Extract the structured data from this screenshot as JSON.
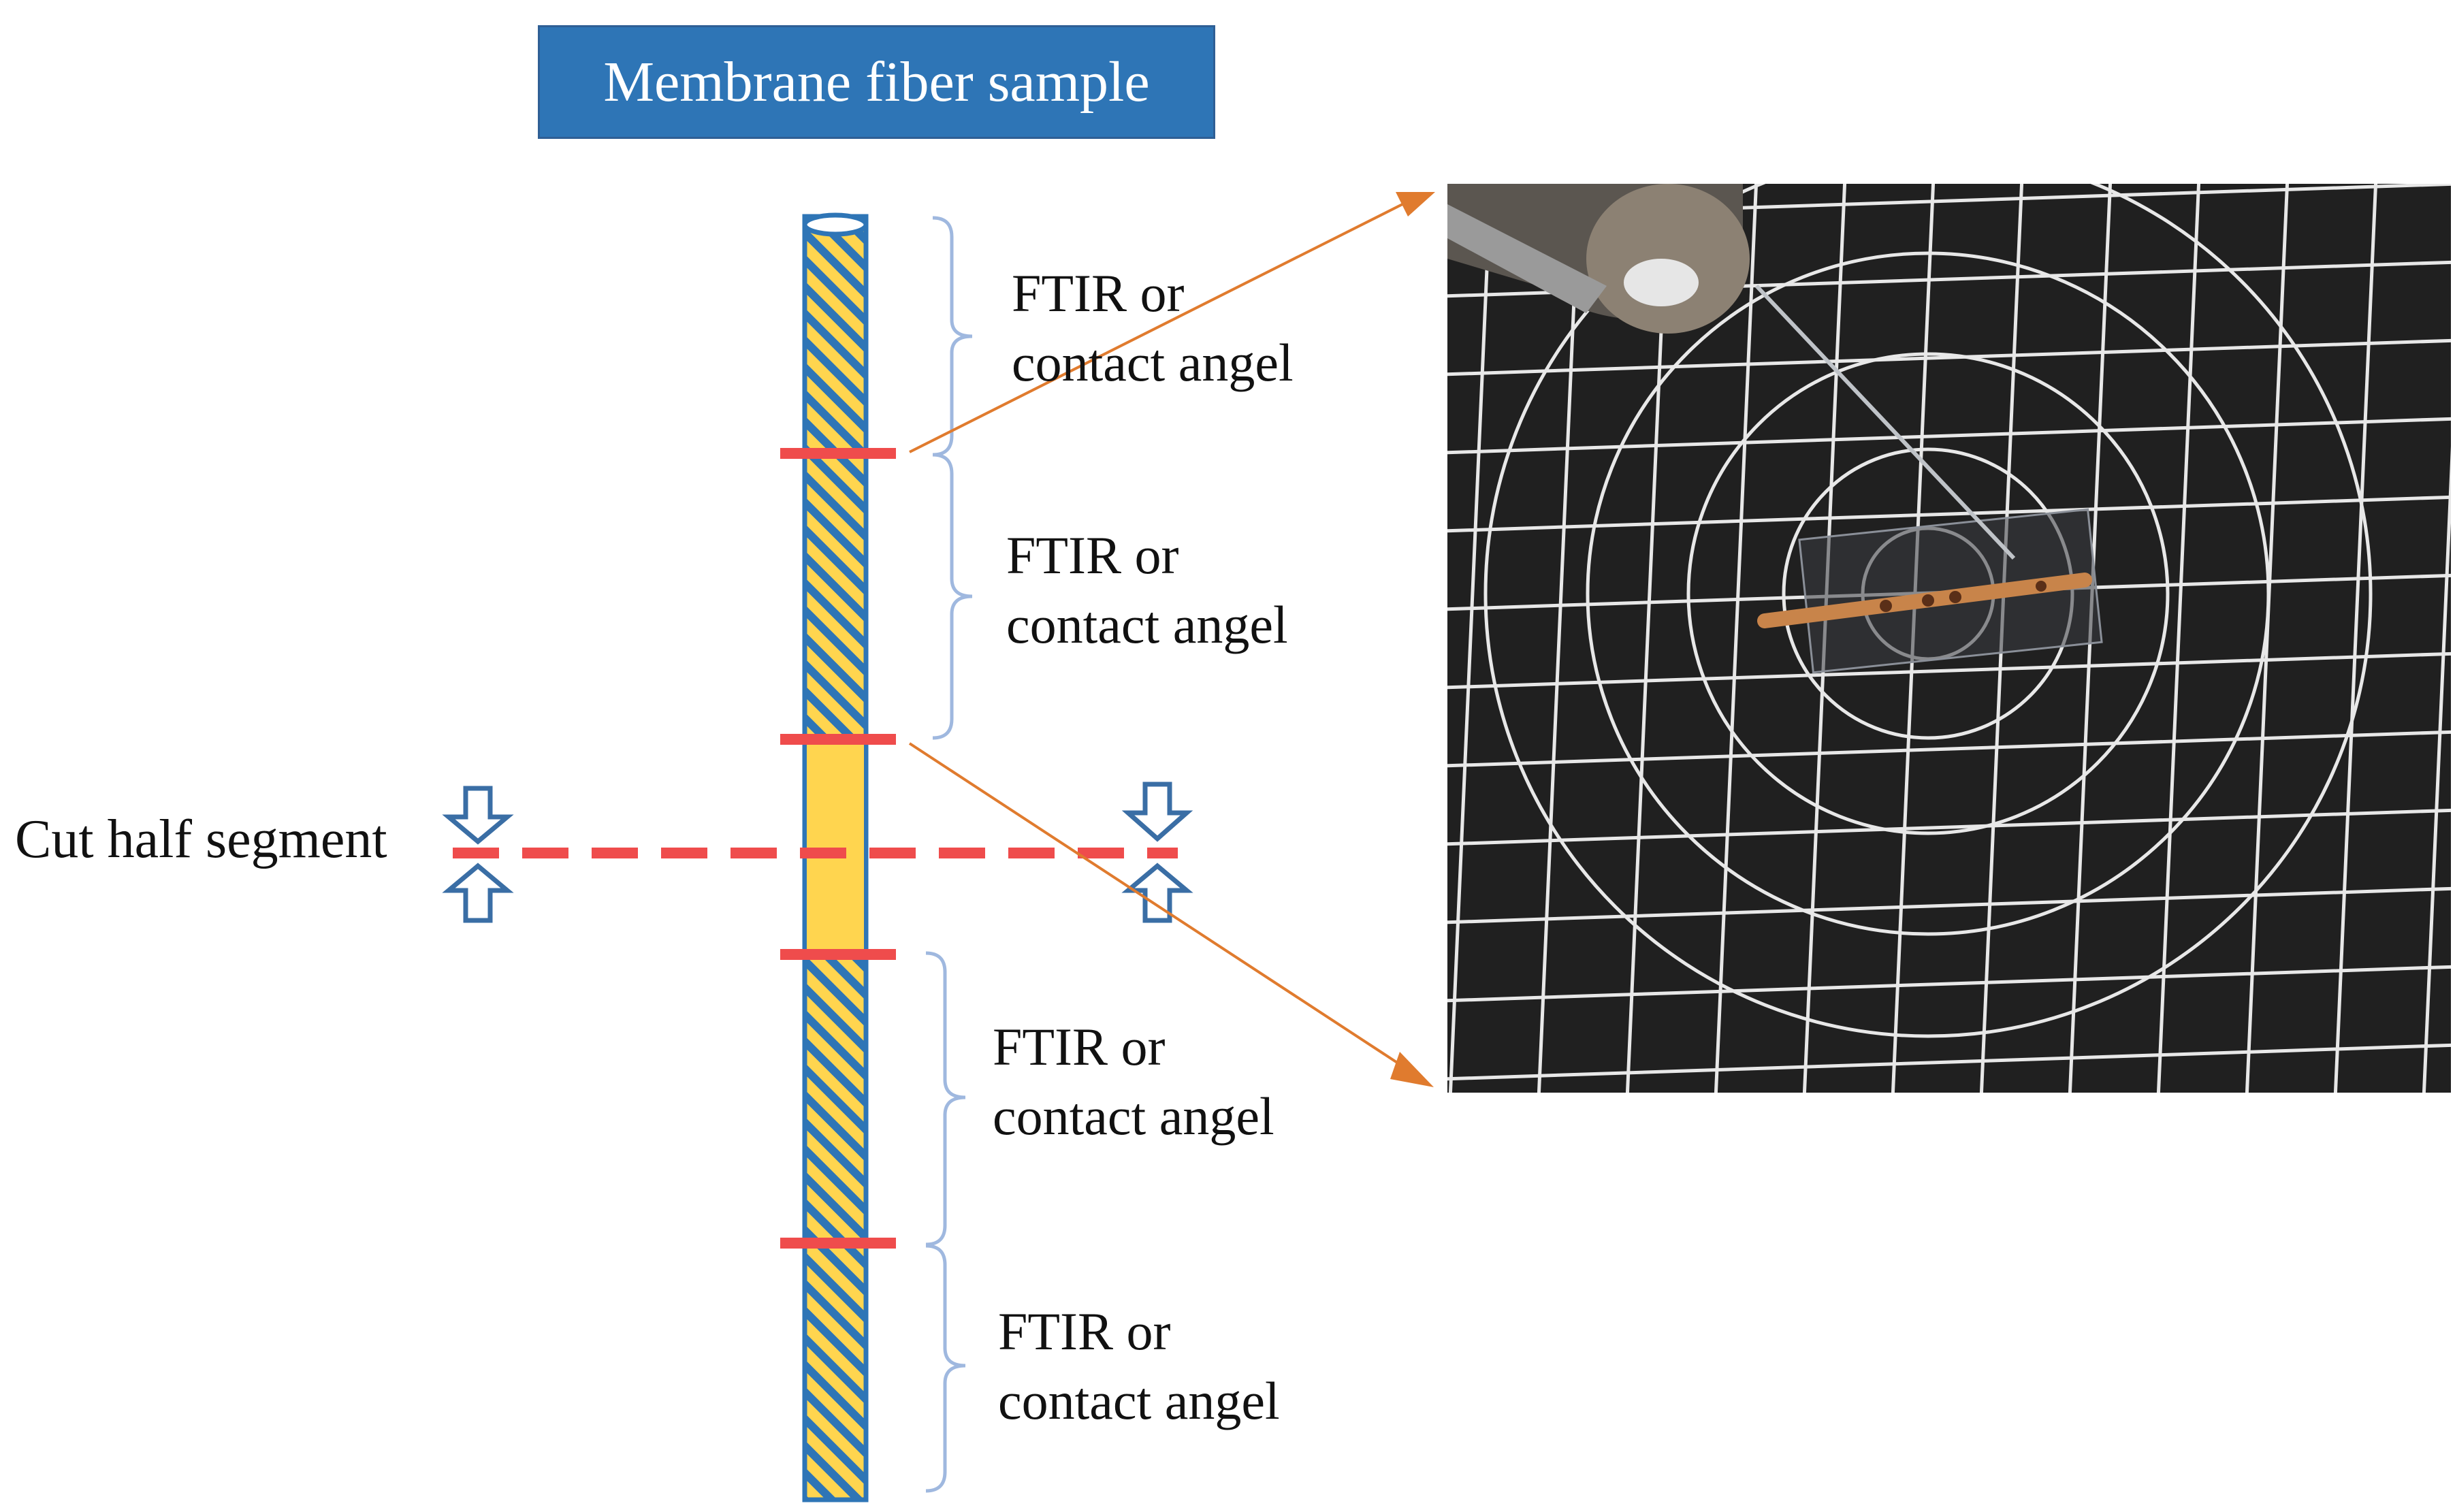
{
  "title": "Membrane fiber sample",
  "segments": [
    {
      "line1": "FTIR or",
      "line2": "contact angel"
    },
    {
      "line1": "FTIR or",
      "line2": "contact angel"
    },
    {
      "line1": "FTIR or",
      "line2": "contact angel"
    },
    {
      "line1": "FTIR or",
      "line2": "contact angel"
    }
  ],
  "cut_label": "Cut half segment",
  "colors": {
    "title_bg": "#2e75b6",
    "fiber_fill": "#ffd54f",
    "fiber_stripe": "#2e75b6",
    "cut_line": "#ef4c4c",
    "arrow": "#e07b2e",
    "bracket": "#9fb8df",
    "photo_bg": "#1a1a1a",
    "grid": "#e8e8e8"
  },
  "icons": [
    "down-arrow-icon",
    "up-arrow-icon"
  ]
}
